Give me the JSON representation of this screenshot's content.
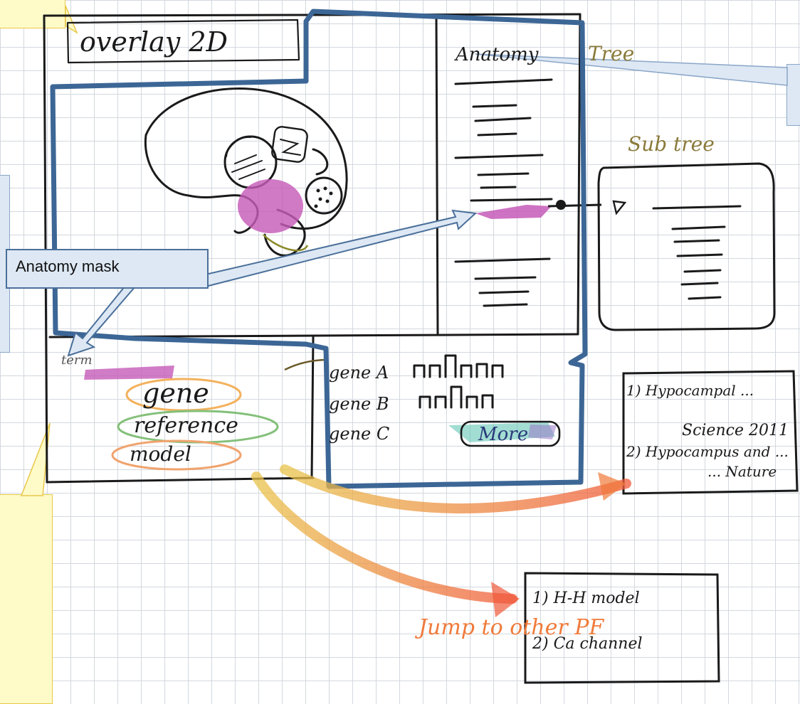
{
  "sketch": {
    "title_box": "overlay 2D",
    "tree_header_a": "Anatomy",
    "tree_header_b": "Tree",
    "subtree_label": "Sub tree",
    "term_label": "term",
    "links": [
      "gene",
      "reference",
      "model"
    ],
    "genes": [
      "gene A",
      "gene B",
      "gene C"
    ],
    "more_button": "More",
    "pub_item_1": "1) Hypocampal ...",
    "pub_item_1_src": "Science 2011",
    "pub_item_2": "2) Hypocampus and ...",
    "pub_item_2_src": "... Nature",
    "model_item_1": "1) H-H model",
    "model_item_2": "2) Ca channel",
    "jump_label": "Jump to other PF"
  },
  "callout": {
    "anatomy_mask": "Anatomy mask"
  },
  "colors": {
    "highlight_outline": "#3c6695",
    "mask_magenta": "#c65bb8",
    "jump_orange": "#f07a3a",
    "callout_fill": "#dde8f4",
    "note_fill": "#fffbc8"
  }
}
